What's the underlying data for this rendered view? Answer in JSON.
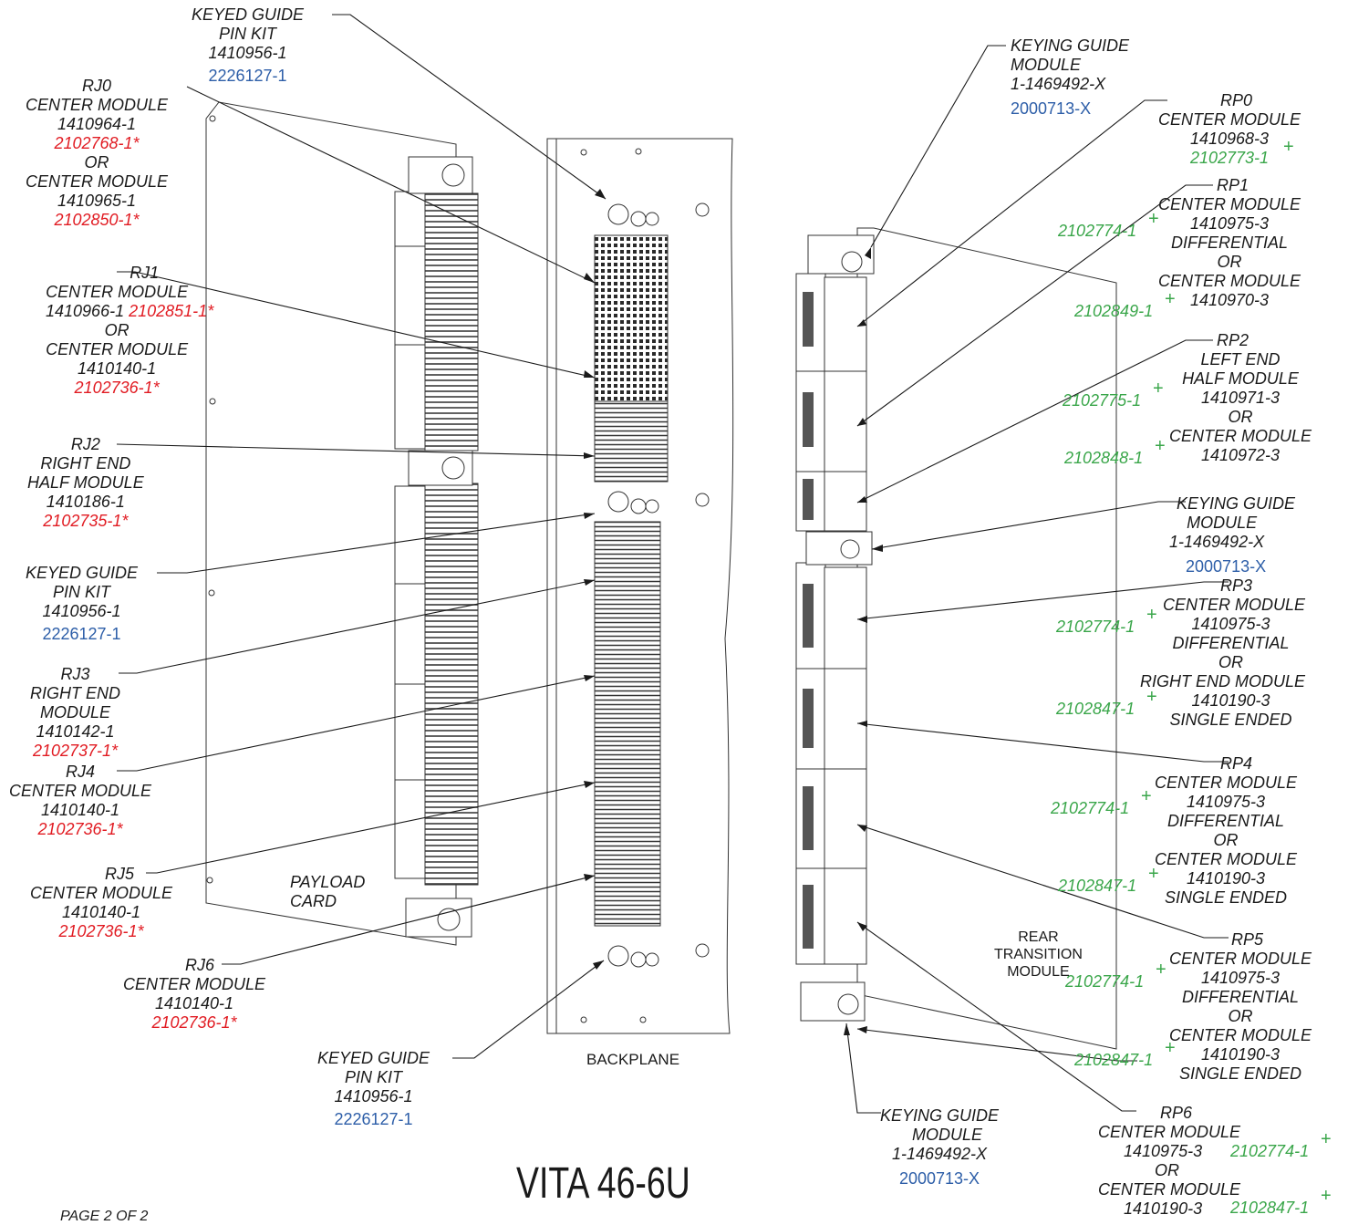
{
  "title": "VITA 46-6U",
  "page_label": "PAGE 2 OF 2",
  "colors": {
    "red": "#e11b22",
    "blue": "#2d5ea8",
    "green": "#3aa64a",
    "line": "#1a1a1a"
  },
  "left": {
    "keyed_guide_top": {
      "l1": "KEYED GUIDE",
      "l2": "PIN KIT",
      "l3": "1410956-1",
      "blue": "2226127-1"
    },
    "rj0": {
      "name": "RJ0",
      "l1": "CENTER MODULE",
      "l2": "1410964-1",
      "red1": "2102768-1*",
      "or": "OR",
      "l3": "CENTER MODULE",
      "l4": "1410965-1",
      "red2": "2102850-1*"
    },
    "rj1": {
      "name": "RJ1",
      "l1": "CENTER MODULE",
      "l2": "1410966-1",
      "red1": "2102851-1*",
      "or": "OR",
      "l3": "CENTER MODULE",
      "l4": "1410140-1",
      "red2": "2102736-1*"
    },
    "rj2": {
      "name": "RJ2",
      "l1": "RIGHT END",
      "l2": "HALF MODULE",
      "l3": "1410186-1",
      "red": "2102735-1*"
    },
    "keyed_guide_mid": {
      "l1": "KEYED GUIDE",
      "l2": "PIN KIT",
      "l3": "1410956-1",
      "blue": "2226127-1"
    },
    "rj3": {
      "name": "RJ3",
      "l1": "RIGHT END",
      "l2": "MODULE",
      "l3": "1410142-1",
      "red": "2102737-1*"
    },
    "rj4": {
      "name": "RJ4",
      "l1": "CENTER MODULE",
      "l2": "1410140-1",
      "red": "2102736-1*"
    },
    "rj5": {
      "name": "RJ5",
      "l1": "CENTER MODULE",
      "l2": "1410140-1",
      "red": "2102736-1*"
    },
    "rj6": {
      "name": "RJ6",
      "l1": "CENTER MODULE",
      "l2": "1410140-1",
      "red": "2102736-1*"
    },
    "payload": {
      "l1": "PAYLOAD",
      "l2": "CARD"
    },
    "keyed_guide_bottom": {
      "l1": "KEYED GUIDE",
      "l2": "PIN KIT",
      "l3": "1410956-1",
      "blue": "2226127-1"
    },
    "backplane": "BACKPLANE"
  },
  "right": {
    "keying_top": {
      "l1": "KEYING GUIDE",
      "l2": "MODULE",
      "l3": "1-1469492-X",
      "blue": "2000713-X"
    },
    "rp0": {
      "name": "RP0",
      "l1": "CENTER MODULE",
      "l2": "1410968-3",
      "green": "2102773-1"
    },
    "rp1": {
      "name": "RP1",
      "l1": "CENTER MODULE",
      "l2": "1410975-3",
      "l3": "DIFFERENTIAL",
      "or": "OR",
      "l4": "CENTER MODULE",
      "l5": "1410970-3",
      "green1": "2102774-1",
      "green2": "2102849-1"
    },
    "rp2": {
      "name": "RP2",
      "l1": "LEFT END",
      "l2": "HALF MODULE",
      "l3": "1410971-3",
      "or": "OR",
      "l4": "CENTER MODULE",
      "l5": "1410972-3",
      "green1": "2102775-1",
      "green2": "2102848-1"
    },
    "keying_mid": {
      "l1": "KEYING GUIDE",
      "l2": "MODULE",
      "l3": "1-1469492-X",
      "blue": "2000713-X"
    },
    "rp3": {
      "name": "RP3",
      "l1": "CENTER MODULE",
      "l2": "1410975-3",
      "l3": "DIFFERENTIAL",
      "or": "OR",
      "l4": "RIGHT END MODULE",
      "l5": "1410190-3",
      "l6": "SINGLE ENDED",
      "green1": "2102774-1",
      "green2": "2102847-1"
    },
    "rp4": {
      "name": "RP4",
      "l1": "CENTER MODULE",
      "l2": "1410975-3",
      "l3": "DIFFERENTIAL",
      "or": "OR",
      "l4": "CENTER MODULE",
      "l5": "1410190-3",
      "l6": "SINGLE ENDED",
      "green1": "2102774-1",
      "green2": "2102847-1"
    },
    "rp5": {
      "name": "RP5",
      "l1": "CENTER MODULE",
      "l2": "1410975-3",
      "l3": "DIFFERENTIAL",
      "or": "OR",
      "l4": "CENTER MODULE",
      "l5": "1410190-3",
      "l6": "SINGLE ENDED",
      "green1": "2102774-1",
      "green2": "2102847-1"
    },
    "rtm": {
      "l1": "REAR",
      "l2": "TRANSITION",
      "l3": "MODULE"
    },
    "keying_bottom": {
      "l1": "KEYING GUIDE",
      "l2": "MODULE",
      "l3": "1-1469492-X",
      "blue": "2000713-X"
    },
    "rp6": {
      "name": "RP6",
      "l1": "CENTER MODULE",
      "l2": "1410975-3",
      "or": "OR",
      "l3": "CENTER MODULE",
      "l4": "1410190-3",
      "green1": "2102774-1",
      "green2": "2102847-1"
    }
  },
  "plus": "+"
}
